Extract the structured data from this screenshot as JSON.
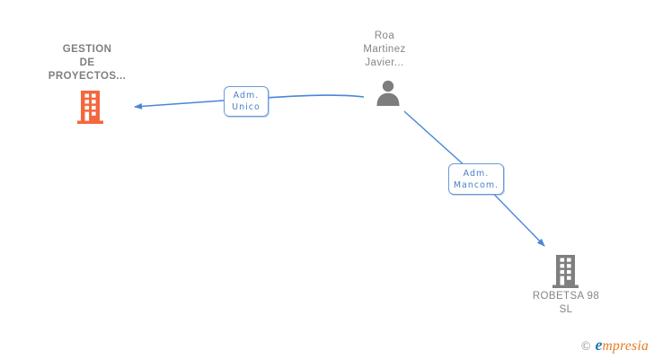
{
  "entities": {
    "gestion": {
      "lines": [
        "GESTION",
        "DE",
        "PROYECTOS..."
      ],
      "icon": "building-icon",
      "icon_color": "#F4673E"
    },
    "roa": {
      "lines": [
        "Roa",
        "Martinez",
        "Javier..."
      ],
      "icon": "person-icon",
      "icon_color": "#7D7D7D"
    },
    "robetsa": {
      "lines": [
        "ROBETSA 98",
        "SL"
      ],
      "icon": "building-icon",
      "icon_color": "#7F7F7F"
    }
  },
  "relations": [
    {
      "from": "roa",
      "to": "gestion",
      "label_lines": [
        "Adm.",
        "Unico"
      ]
    },
    {
      "from": "roa",
      "to": "robetsa",
      "label_lines": [
        "Adm.",
        "Mancom."
      ]
    }
  ],
  "footer": {
    "copyright": "©",
    "brand_first": "e",
    "brand_rest": "mpresia"
  },
  "colors": {
    "arrow_blue": "#4a86d8",
    "relation_border_blue": "#6b9bd8",
    "relation_text_blue": "#4a7fc1",
    "entity_text_gray": "#858585",
    "building_orange": "#F4673E",
    "icon_gray": "#7D7D7D",
    "logo_blue": "#1f78b4",
    "logo_orange": "#e87a22"
  }
}
